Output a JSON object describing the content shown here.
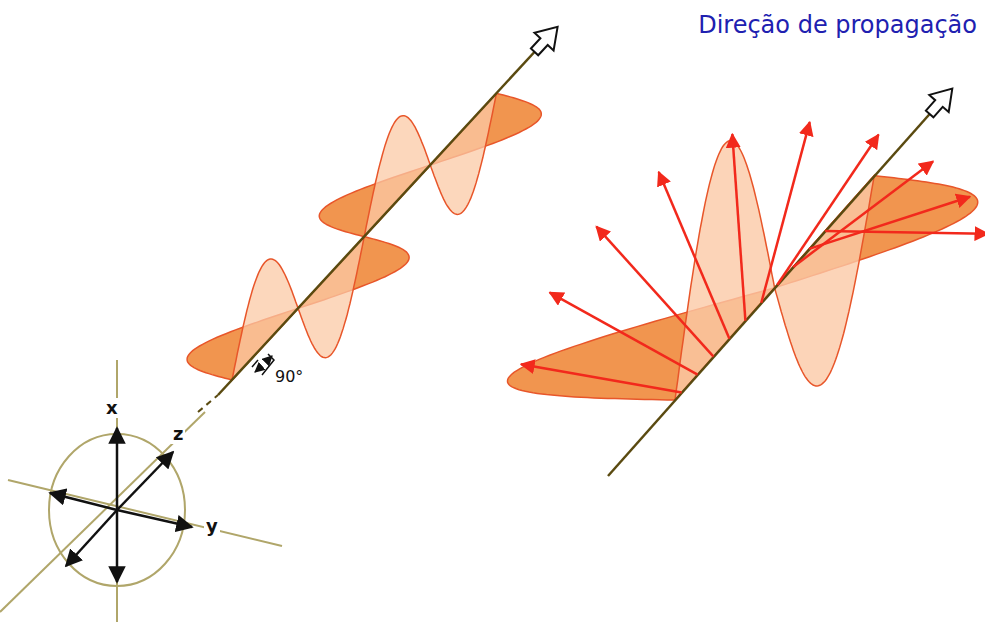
{
  "diagram": {
    "labels": [
      "Direção de propagação",
      "90°",
      "x",
      "z",
      "y"
    ]
  }
}
